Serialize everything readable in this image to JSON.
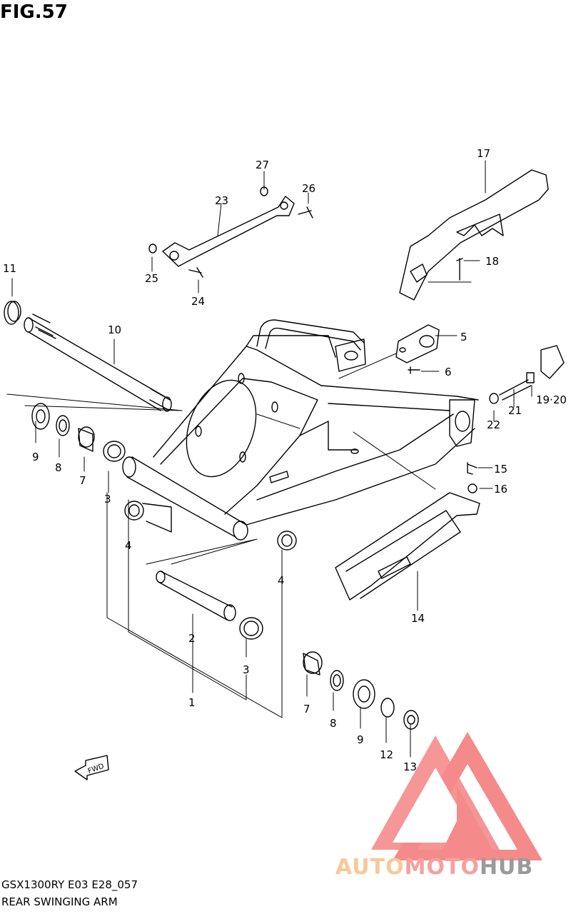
{
  "figure": {
    "title": "FIG.57",
    "model_code": "GSX1300RY E03 E28_057",
    "caption": "REAR SWINGING ARM",
    "fwd_label": "FWD"
  },
  "callouts": {
    "p1": "1",
    "p2": "2",
    "p3a": "3",
    "p3b": "3",
    "p4a": "4",
    "p4b": "4",
    "p5": "5",
    "p6": "6",
    "p7a": "7",
    "p7b": "7",
    "p8a": "8",
    "p8b": "8",
    "p9a": "9",
    "p9b": "9",
    "p10": "10",
    "p11": "11",
    "p12": "12",
    "p13": "13",
    "p14": "14",
    "p15": "15",
    "p16": "16",
    "p17": "17",
    "p18": "18",
    "p1920": "19·20",
    "p21": "21",
    "p22": "22",
    "p23": "23",
    "p24": "24",
    "p25": "25",
    "p26": "26",
    "p27": "27"
  },
  "watermark": {
    "part1": "AUTO",
    "part2": "MOTO",
    "part3": "HUB",
    "color_triangle": "#f26d6d",
    "color_auto": "#f7c99a",
    "color_moto": "#f5a0a0",
    "color_hub": "#9a9a9a"
  }
}
